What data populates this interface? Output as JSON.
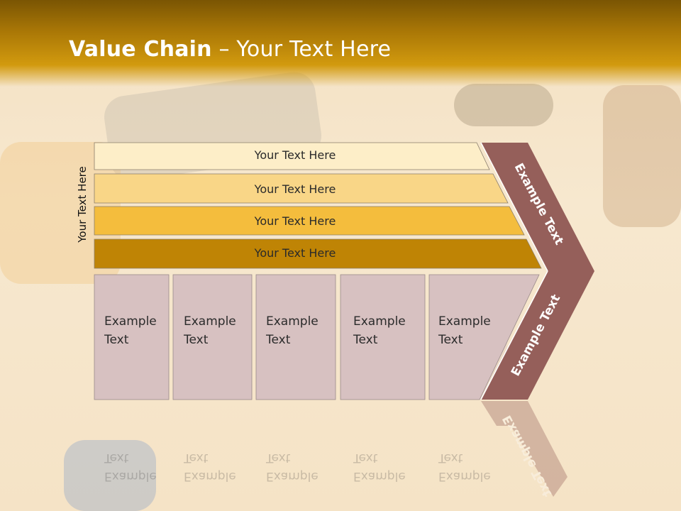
{
  "slide": {
    "title_bold": "Value Chain",
    "title_rest": " – Your Text Here",
    "side_label": "Your Text Here"
  },
  "bars": [
    {
      "label": "Your Text Here",
      "color": "#fdeec8"
    },
    {
      "label": "Your Text Here",
      "color": "#f9d687"
    },
    {
      "label": "Your Text Here",
      "color": "#f4bd3d"
    },
    {
      "label": "Your Text Here",
      "color": "#bf8405"
    }
  ],
  "boxes": [
    {
      "line1": "Example",
      "line2": "Text"
    },
    {
      "line1": "Example",
      "line2": "Text"
    },
    {
      "line1": "Example",
      "line2": "Text"
    },
    {
      "line1": "Example",
      "line2": "Text"
    },
    {
      "line1": "Example",
      "line2": "Text"
    }
  ],
  "chevron": {
    "upper_label": "Example Text",
    "lower_label": "Example Text",
    "color": "#955f5a"
  },
  "colors": {
    "box_fill": "#d7c1c1",
    "header": "#b78108"
  }
}
